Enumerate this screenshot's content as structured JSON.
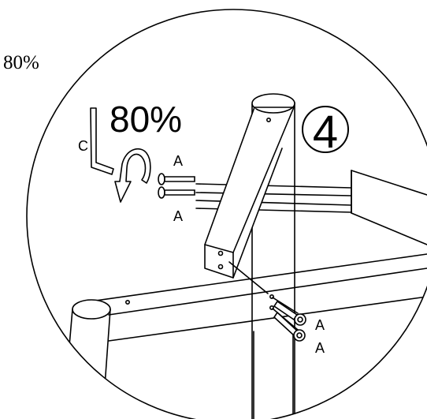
{
  "outside_label": "80%",
  "torque_label": "80%",
  "step_number": "4",
  "tool_label": "C",
  "bolt_labels": {
    "upper_left": "A",
    "lower_left": "A",
    "upper_right": "A",
    "lower_right": "A"
  },
  "colors": {
    "stroke": "#000000",
    "background": "#ffffff"
  },
  "icons": [
    "allen-key-icon",
    "rotation-arrow-icon",
    "bolt-icon"
  ]
}
